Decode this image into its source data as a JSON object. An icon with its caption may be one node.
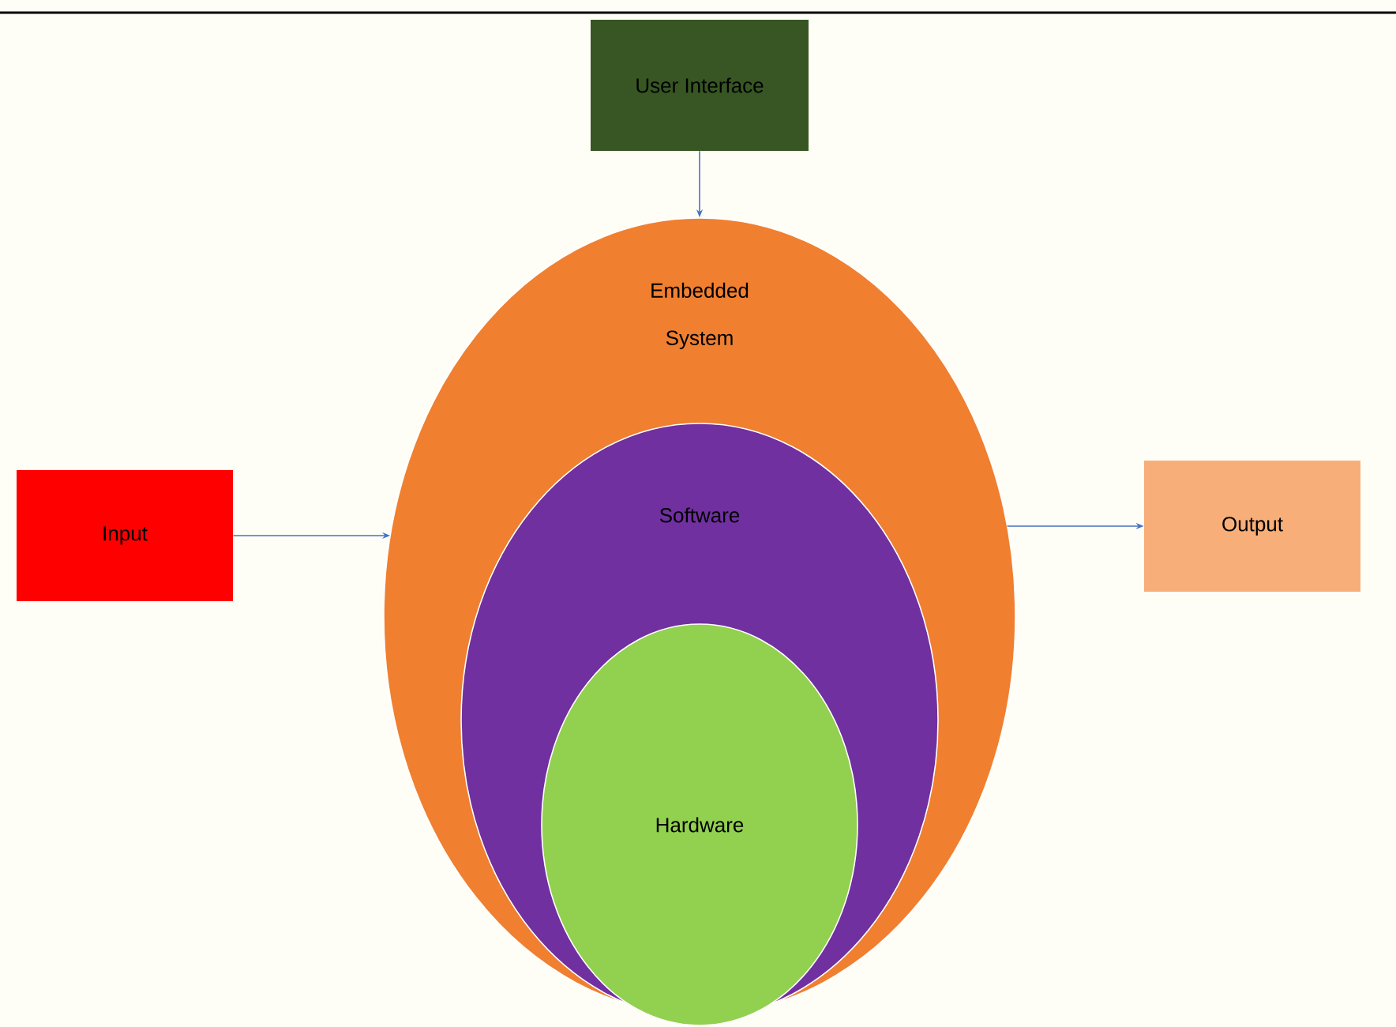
{
  "diagram": {
    "nodes": [
      {
        "text": [
          "User Interface"
        ]
      },
      {
        "text": [
          "Embedded System"
        ]
      },
      {
        "text": [
          "Software"
        ],
        "in": 1
      },
      {
        "text": [
          "Hardware"
        ],
        "in": 2
      },
      {
        "text": [
          "Input"
        ]
      },
      {
        "text": [
          "Output"
        ]
      }
    ],
    "edges": [
      {
        "from": 0,
        "to": 1,
        "arrow": "to"
      },
      {
        "from": 4,
        "to": 1,
        "arrow": "to"
      },
      {
        "from": 1,
        "to": 5,
        "arrow": "to"
      }
    ]
  }
}
